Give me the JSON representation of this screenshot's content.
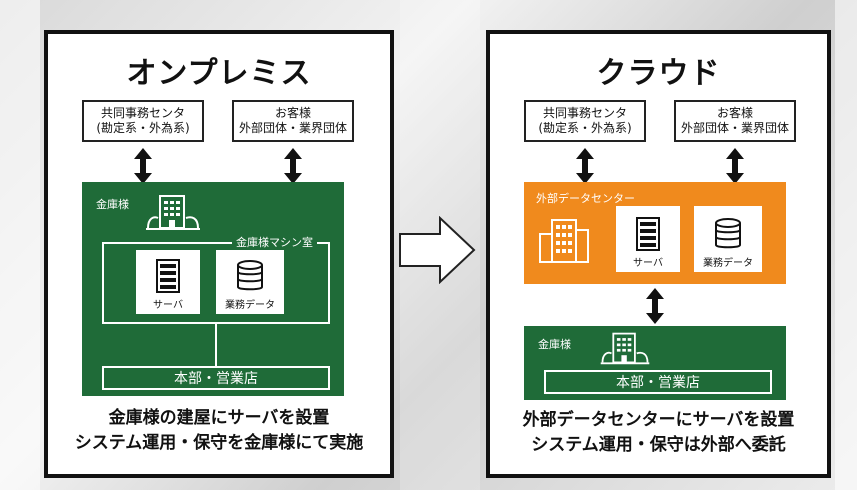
{
  "left": {
    "title": "オンプレミス",
    "box1": "共同事務センタ\n(勘定系・外為系)",
    "box2": "お客様\n外部団体・業界団体",
    "bank_label": "金庫様",
    "machine_room_label": "金庫様マシン室",
    "server_label": "サーバ",
    "data_label": "業務データ",
    "hq_label": "本部・営業店",
    "caption": "金庫様の建屋にサーバを設置\nシステム運用・保守を金庫様にて実施"
  },
  "right": {
    "title": "クラウド",
    "box1": "共同事務センタ\n(勘定系・外為系)",
    "box2": "お客様\n外部団体・業界団体",
    "dc_label": "外部データセンター",
    "server_label": "サーバ",
    "data_label": "業務データ",
    "bank_label": "金庫様",
    "hq_label": "本部・営業店",
    "caption": "外部データセンターにサーバを設置\nシステム運用・保守は外部へ委託"
  },
  "colors": {
    "green": "#1f6b38",
    "orange": "#f08a1d"
  },
  "icons": [
    "building-icon",
    "server-icon",
    "database-icon",
    "double-arrow-icon",
    "right-arrow-icon"
  ]
}
